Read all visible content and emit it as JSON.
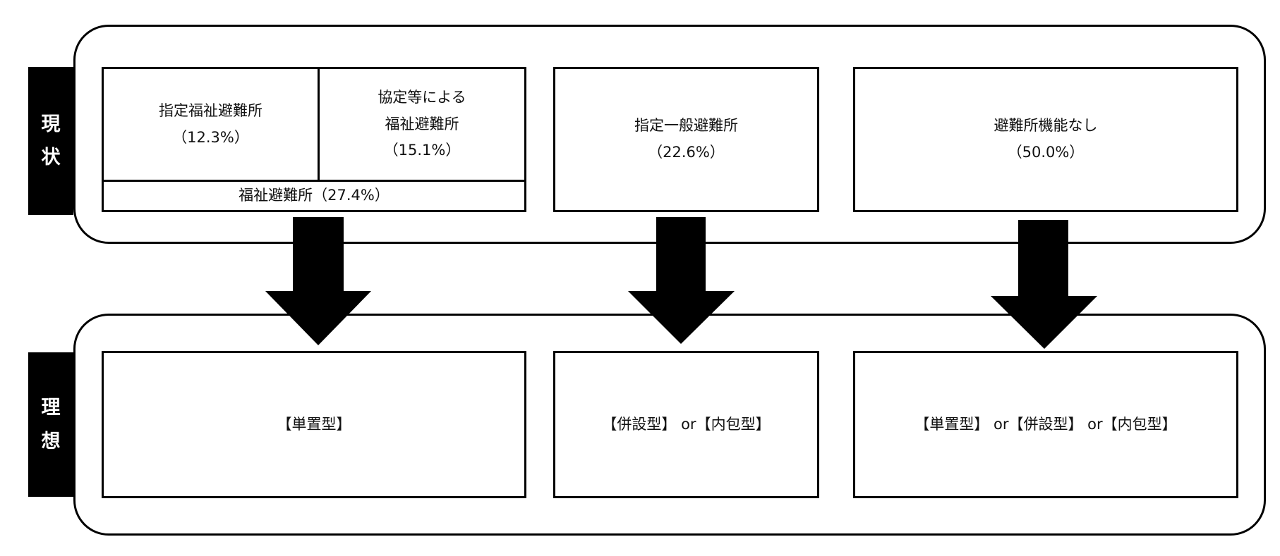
{
  "current": {
    "side_label": [
      "現",
      "状"
    ],
    "designated_welfare": {
      "name": "指定福祉避難所",
      "pct": "（12.3%）"
    },
    "agreement_welfare": {
      "lines": [
        "協定等による",
        "福祉避難所"
      ],
      "pct": "（15.1%）"
    },
    "welfare_total": "福祉避難所（27.4%）",
    "general": {
      "name": "指定一般避難所",
      "pct": "（22.6%）"
    },
    "no_shelter": {
      "name": "避難所機能なし",
      "pct": "（50.0%）"
    }
  },
  "ideal": {
    "side_label": [
      "理",
      "想"
    ],
    "box1": "【単置型】",
    "box2": "【併設型】 or【内包型】",
    "box3": "【単置型】 or【併設型】 or【内包型】"
  }
}
